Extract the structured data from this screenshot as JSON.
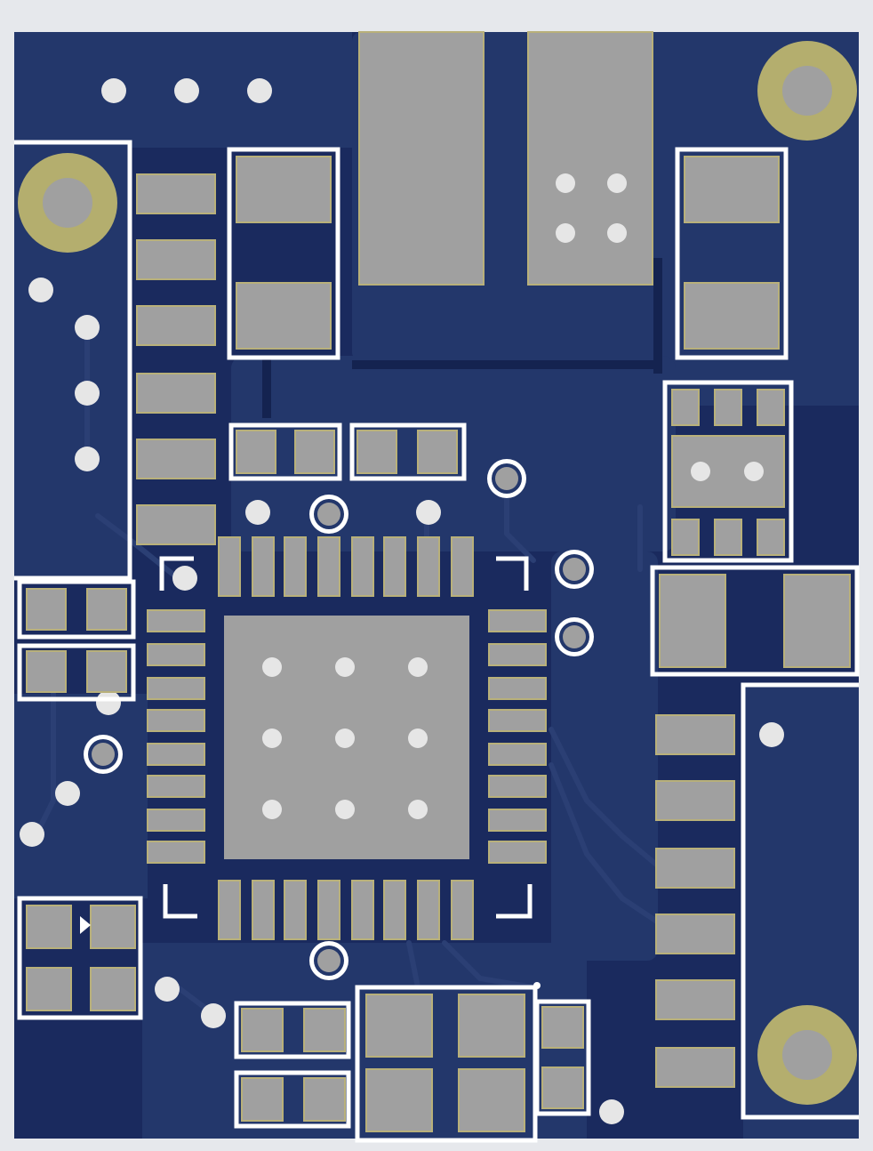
{
  "colors": {
    "background": "#e6e8ec",
    "board_fill": "#1a2a5e",
    "copper_pour": "#23376b",
    "copper_gap": "#142350",
    "pad": "#a0a0a0",
    "pad_edge": "#b8b07a",
    "via": "#e6e6e6",
    "silkscreen": "#ffffff",
    "mounting_ring": "#b4ae6e",
    "trace_dark": "#2b3f74"
  },
  "board": {
    "layer": "top-copper",
    "components": [
      {
        "ref": "mounting-hole",
        "count": 3
      },
      {
        "ref": "qfn-ic",
        "pins_per_side": 8,
        "thermal_vias": 9
      },
      {
        "ref": "smd-capacitor-large",
        "count": 3
      },
      {
        "ref": "smd-resistor-0603",
        "count": 8
      },
      {
        "ref": "sot-package",
        "count": 1
      },
      {
        "ref": "pin-header",
        "count": 2
      }
    ]
  }
}
